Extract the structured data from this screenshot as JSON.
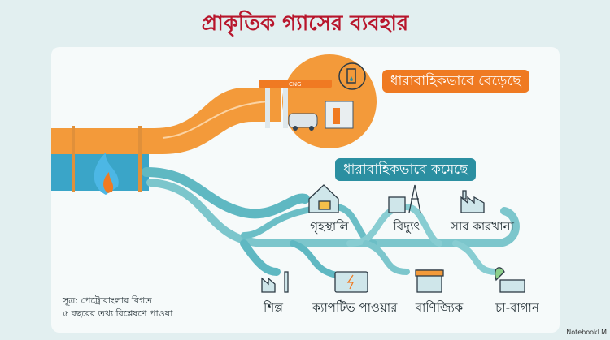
{
  "title": "প্রাকৃতিক গ্যাসের ব্যবহার",
  "increasing": {
    "label": "ধারাবাহিকভাবে বেড়েছে",
    "color": "#ef7a22",
    "items": [
      {
        "label": "CNG",
        "icon": "cng-station-icon"
      }
    ]
  },
  "decreasing": {
    "label": "ধারাবাহিকভাবে কমেছে",
    "color": "#2b8fa1",
    "top_items": [
      {
        "label": "গৃহস্থালি",
        "icon": "house-icon"
      },
      {
        "label": "বিদ্যুৎ",
        "icon": "power-plant-icon"
      },
      {
        "label": "সার কারখানা",
        "icon": "factory-icon"
      }
    ],
    "bottom_items": [
      {
        "label": "শিল্প",
        "icon": "industry-icon"
      },
      {
        "label": "ক্যাপটিভ পাওয়ার",
        "icon": "generator-icon"
      },
      {
        "label": "বাণিজ্যিক",
        "icon": "shop-icon"
      },
      {
        "label": "চা-বাগান",
        "icon": "tea-garden-icon"
      }
    ]
  },
  "source": {
    "line1": "সূত্র: পেট্রোবাংলার বিগত",
    "line2": "৫ বছরের তথ্য বিশ্লেষণে পাওয়া"
  },
  "brand": "NotebookLM",
  "title_color": "#b8162c"
}
